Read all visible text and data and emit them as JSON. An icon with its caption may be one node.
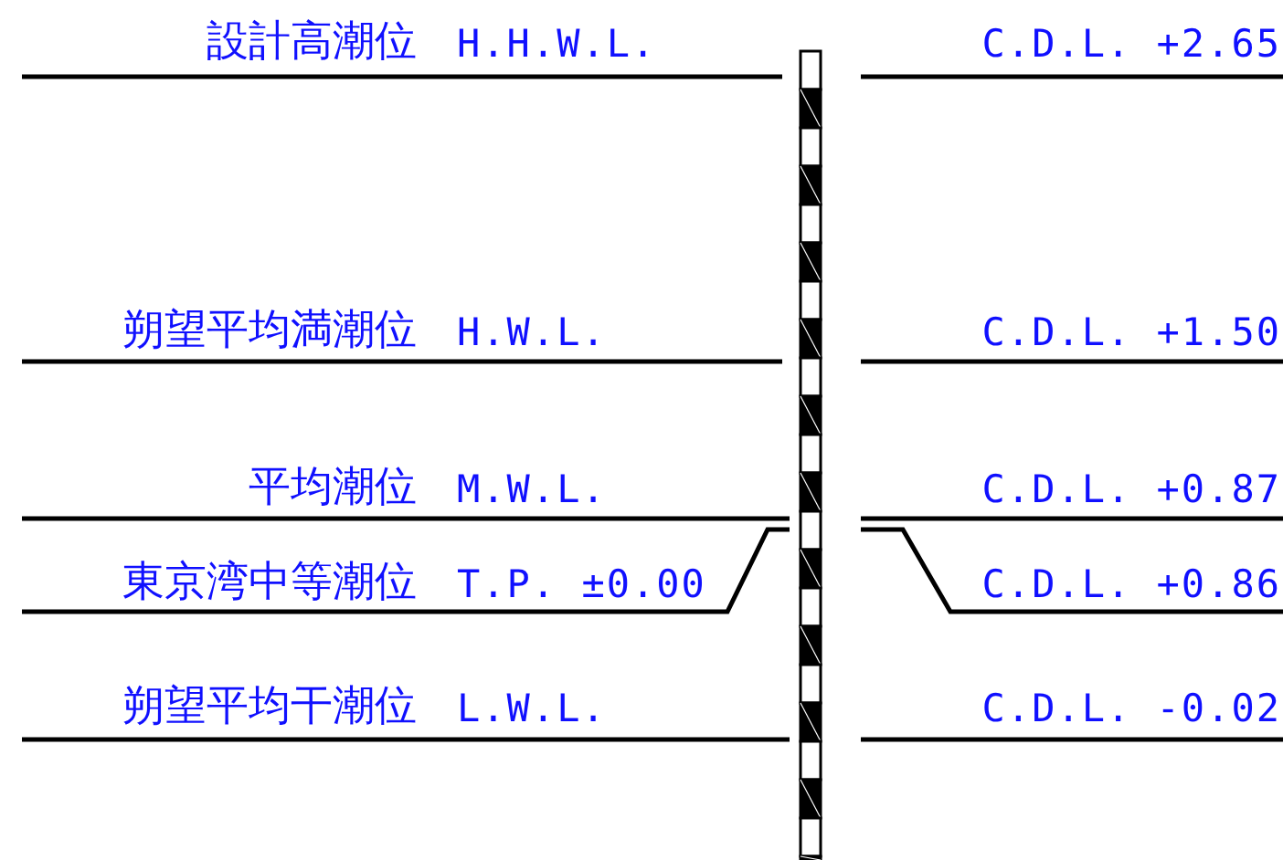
{
  "diagram": {
    "labels": [
      "設計高潮位",
      "H.H.W.L.",
      "C.D.L. +2.65",
      "朔望平均満潮位",
      "H.W.L.",
      "C.D.L. +1.50",
      "平均潮位",
      "M.W.L.",
      "C.D.L. +0.87",
      "東京湾中等潮位",
      "T.P. ±0.00",
      "C.D.L. +0.86",
      "朔望平均干潮位",
      "L.W.L.",
      "C.D.L. -0.02"
    ]
  }
}
